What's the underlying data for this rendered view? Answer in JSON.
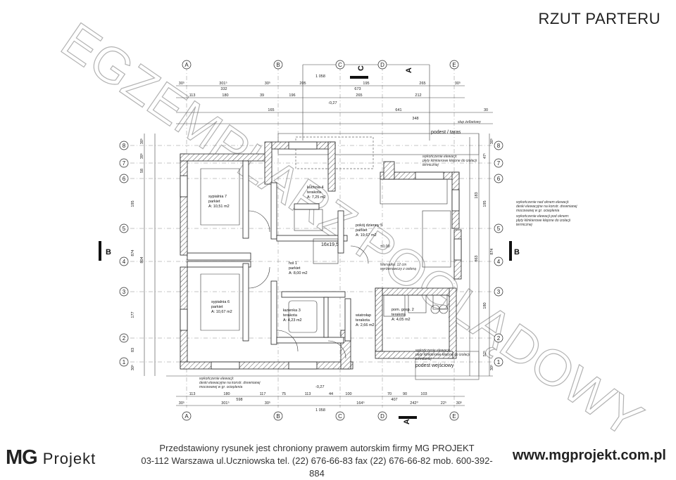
{
  "title": "RZUT PARTERU",
  "watermark": "EGZEMPLARZ POGLĄDOWY",
  "axes": {
    "columns": [
      "A",
      "B",
      "C",
      "D",
      "E"
    ],
    "rows": [
      "8",
      "7",
      "6",
      "5",
      "4",
      "3",
      "2",
      "1"
    ],
    "section_b": "B",
    "section_a": "A",
    "section_c": "C"
  },
  "rooms": [
    {
      "name": "sypialnia",
      "no": "7",
      "floor": "parkiet",
      "area": "A: 10,51 m2"
    },
    {
      "name": "kuchnia",
      "no": "4",
      "floor": "terakota",
      "area": "A: 7,25 m2"
    },
    {
      "name": "pokój dzienny",
      "no": "5",
      "floor": "parkiet",
      "area": "A: 19,67 m2"
    },
    {
      "name": "hol",
      "no": "1",
      "floor": "parkiet",
      "area": "A: 8,00 m2"
    },
    {
      "name": "sypialnia",
      "no": "6",
      "floor": "parkiet",
      "area": "A: 10,67 m2"
    },
    {
      "name": "łazienka",
      "no": "3",
      "floor": "terakota",
      "area": "A: 4,23 m2"
    },
    {
      "name": "pom. gosp.",
      "no": "2",
      "floor": "terakota",
      "area": "A: 4,05 m2"
    },
    {
      "name": "wiatrołap",
      "no": "",
      "floor": "terakota",
      "area": "A: 2,66 m2"
    }
  ],
  "labels": {
    "podest_taras": "podest / taras",
    "podest_wejsciowy": "podest wejściowy",
    "slup": "słup żelbetowy",
    "wykonczenie_1": "wykończenie elewacji:",
    "wykonczenie_2": "płyty klinkierowe klejone do izolacji",
    "wykonczenie_3": "termicznej",
    "deski_1": "wykończenie elewacji:",
    "deski_2": "deski elewacyjne na konstr. drewnianej",
    "deski_3": "mocowanej w gr. ocieplenia",
    "right_note_1": "wykończenie nad oknem elewacji:",
    "right_note_2": "deski elewacyjne na konstr. drewnianej",
    "right_note_3": "mocowanej w gr. ocieplenia",
    "right_note_4": "wykończenie elewacji pod oknem:",
    "right_note_5": "płyty klinkierowe klejone do izolacji",
    "right_note_6": "termicznej",
    "level_0": "±0,00",
    "level_neg": "-0,27",
    "chimney": "16x19,5",
    "stairs_note": "Wersalka: 12 cm",
    "stairs_note2": "wyrównawczy z osłoną"
  },
  "dimensions": {
    "top_row1": [
      "30⁵",
      "301⁵",
      "30⁵",
      "205",
      "195",
      "265",
      "30⁵"
    ],
    "top_total": "1 058",
    "top_row2": [
      "113",
      "180",
      "39",
      "196",
      "265",
      "212"
    ],
    "top_row3": [
      "165",
      "641",
      "30"
    ],
    "mid": [
      "332",
      "673",
      "348"
    ],
    "bottom_row1": [
      "113",
      "180",
      "117",
      "75",
      "113",
      "44",
      "100",
      "70",
      "90",
      "103"
    ],
    "bottom_row2": [
      "598",
      "407"
    ],
    "bottom_row3": [
      "30⁵",
      "301⁵",
      "30⁵",
      "164⁵",
      "242⁰",
      "22⁵",
      "30⁵"
    ],
    "bottom_total": "1 058",
    "left_vertical": [
      "30⁵",
      "39⁵",
      "58",
      "195",
      "874",
      "177",
      "83",
      "30⁵"
    ],
    "left_total": "804",
    "right_vertical": [
      "30⁵",
      "47¹",
      "183",
      "195",
      "863",
      "874",
      "180",
      "52⁵",
      "30⁵"
    ]
  },
  "footer": {
    "logo_mg": "MG",
    "logo_projekt": "Projekt",
    "notice_line1": "Przedstawiony rysunek jest chroniony prawem autorskim firmy MG PROJEKT",
    "notice_line2": "03-112 Warszawa ul.Uczniowska   tel. (22) 676-66-83 fax (22) 676-66-82 mob. 600-392-884",
    "website": "www.mgprojekt.com.pl"
  }
}
